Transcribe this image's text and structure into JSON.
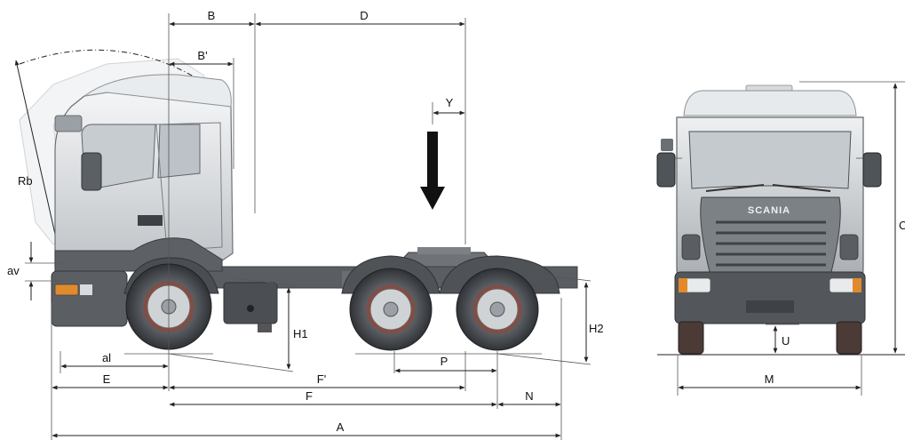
{
  "labels": {
    "B": "B",
    "B_prime": "B'",
    "D": "D",
    "Y": "Y",
    "Rb": "Rb",
    "av": "av",
    "al": "al",
    "E": "E",
    "F": "F",
    "F_prime": "F'",
    "H1": "H1",
    "H2": "H2",
    "P": "P",
    "N": "N",
    "A": "A",
    "U": "U",
    "M": "M",
    "C": "C"
  },
  "brand": {
    "grille_text": "SCANIA"
  },
  "colors": {
    "cab_light": "#e6e8ea",
    "cab_mid": "#b9bdc1",
    "chassis_dark": "#4a4d51",
    "tire": "#3b3e42",
    "rim": "#cfd3d6",
    "hub_red": "#7a3b33",
    "indicator": "#e08a2c"
  }
}
